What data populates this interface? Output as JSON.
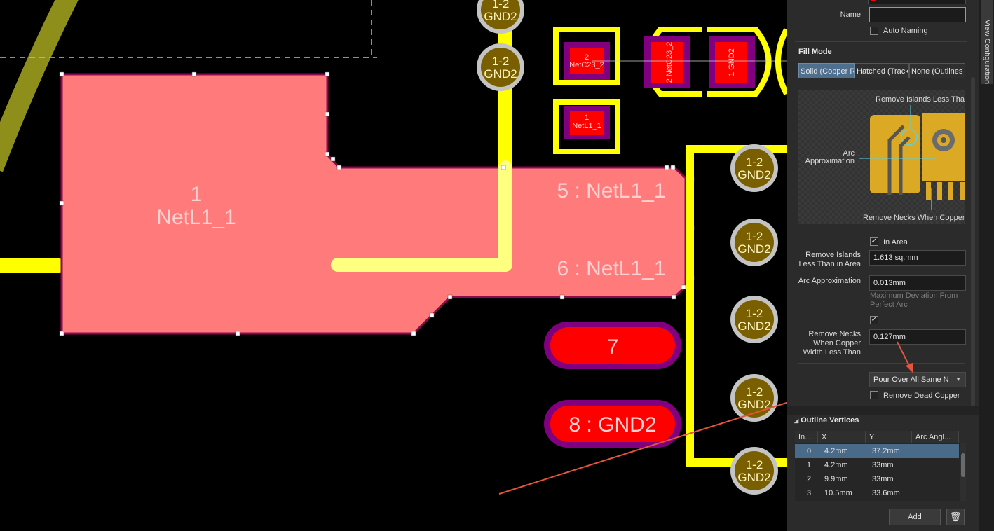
{
  "canvas": {
    "polygon": {
      "num": "1",
      "net": "NetL1_1"
    },
    "pads": {
      "p5": "5 : NetL1_1",
      "p6": "6 : NetL1_1",
      "p7": "7",
      "p8": "8 : GND2"
    },
    "vias": {
      "l1": "1-2",
      "l2": "GND2"
    },
    "smd": {
      "c23_2_num": "2",
      "c23_2_net": "NetC23_2",
      "l1_num": "1",
      "l1_net": "NetL1_1",
      "vert_a": "2 NetC23_2",
      "vert_b": "1 GND2"
    }
  },
  "sidetab": {
    "label": "View Configuration"
  },
  "panel": {
    "name_label": "Name",
    "name_value": "",
    "auto_naming": "Auto Naming",
    "fill_mode": {
      "title": "Fill Mode",
      "options": [
        "Solid (Copper Regions)",
        "Hatched (Tracks/Arcs)",
        "None (Outlines Only)"
      ],
      "selected": "Solid (Copper Regions)"
    },
    "diagram": {
      "islands": "Remove Islands Less Than",
      "arc": "Arc Approximation",
      "necks": "Remove Necks When Copper"
    },
    "in_area": "In Area",
    "islands_label": "Remove Islands Less Than in Area",
    "islands_value": "1.613 sq.mm",
    "arc_label": "Arc Approximation",
    "arc_value": "0.013mm",
    "arc_hint": "Maximum Deviation From Perfect Arc",
    "necks_label": "Remove Necks When Copper Width Less Than",
    "necks_value": "0.127mm",
    "pour_value": "Pour Over All Same N",
    "remove_dead": "Remove Dead Copper",
    "outline": {
      "title": "Outline Vertices",
      "headers": [
        "In...",
        "X",
        "Y",
        "Arc Angl..."
      ],
      "rows": [
        {
          "index": "0",
          "x": "4.2mm",
          "y": "37.2mm",
          "arc": ""
        },
        {
          "index": "1",
          "x": "4.2mm",
          "y": "33mm",
          "arc": ""
        },
        {
          "index": "2",
          "x": "9.9mm",
          "y": "33mm",
          "arc": ""
        },
        {
          "index": "3",
          "x": "10.5mm",
          "y": "33.6mm",
          "arc": ""
        }
      ]
    },
    "add_label": "Add"
  },
  "colors": {
    "polygon": "#ff7b7b",
    "track": "#ffff00",
    "pad": "#ff0000",
    "mask": "#800080",
    "panel_bg": "#2b2b2b",
    "accent": "#4f6f8f",
    "annotation_arrow": "#e8533b"
  }
}
